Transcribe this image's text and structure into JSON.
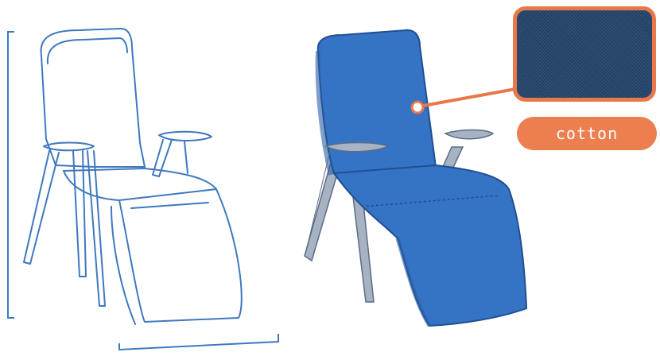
{
  "material": {
    "label": "cotton",
    "swatch_color": "#27476f",
    "accent_color": "#e9774a"
  },
  "colors": {
    "outline": "#3f78c0",
    "chair_fill": "#3573c4",
    "chair_shadow": "#2a5fa6",
    "legs": "#a7b2c3"
  },
  "icons": {
    "left": "chair-outline-drawing",
    "right": "chair-blue-cotton-drawing"
  }
}
